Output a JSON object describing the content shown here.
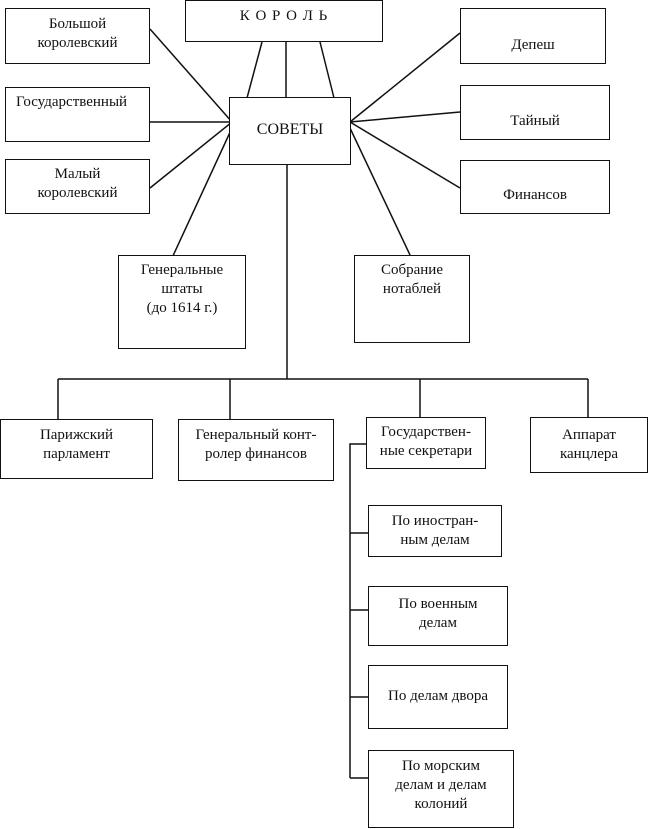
{
  "nodes": {
    "king": "К О Р О Л Ь",
    "councils": "СОВЕТЫ",
    "grand_royal": "Большой\nкоролевский",
    "state": "Государственный",
    "small_royal": "Малый\nкоролевский",
    "depesh": "Депеш",
    "secret": "Тайный",
    "finance": "Финансов",
    "estates_general": "Генеральные\nштаты\n(до 1614 г.)",
    "notables": "Собрание\nнотаблей",
    "paris_parlement": "Парижский\nпарламент",
    "controller_general": "Генеральный конт-\nролер  финансов",
    "secretaries": "Государствен-\nные  секретари",
    "chancellor": "Аппарат\nканцлера",
    "foreign": "По иностран-\nным  делам",
    "military": "По военным\nделам",
    "court": "По делам двора",
    "naval": "По морским\nделам и делам\nколоний"
  }
}
